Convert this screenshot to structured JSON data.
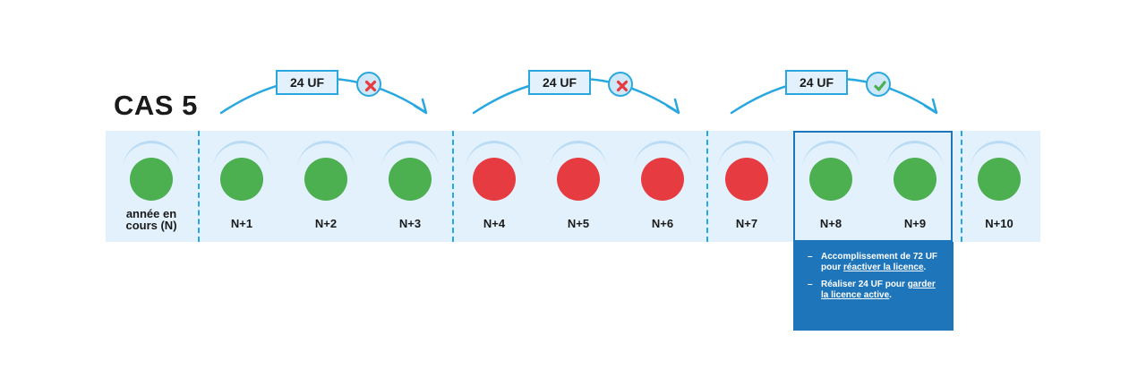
{
  "title": "CAS 5",
  "years": [
    {
      "label": "année en cours (N)",
      "status": "green"
    },
    {
      "label": "N+1",
      "status": "green"
    },
    {
      "label": "N+2",
      "status": "green"
    },
    {
      "label": "N+3",
      "status": "green"
    },
    {
      "label": "N+4",
      "status": "red"
    },
    {
      "label": "N+5",
      "status": "red"
    },
    {
      "label": "N+6",
      "status": "red"
    },
    {
      "label": "N+7",
      "status": "red"
    },
    {
      "label": "N+8",
      "status": "green"
    },
    {
      "label": "N+9",
      "status": "green"
    },
    {
      "label": "N+10",
      "status": "green"
    }
  ],
  "periods": [
    {
      "badge": "24 UF",
      "result": "fail",
      "result_icon": "cross-icon"
    },
    {
      "badge": "24 UF",
      "result": "fail",
      "result_icon": "cross-icon"
    },
    {
      "badge": "24 UF",
      "result": "success",
      "result_icon": "check-icon"
    }
  ],
  "info_box": {
    "items": [
      {
        "dash": "–",
        "text_plain": "Accomplissement de 72 UF pour ",
        "text_link": "réactiver la licence",
        "text_end": "."
      },
      {
        "dash": "–",
        "text_plain": "Réaliser 24 UF pour ",
        "text_link": "garder la licence active",
        "text_end": "."
      }
    ]
  },
  "colors": {
    "green": "#4caf50",
    "red": "#e63c41",
    "accent": "#29a8e0",
    "strip": "#e3f1fc",
    "box": "#1f75b9"
  }
}
